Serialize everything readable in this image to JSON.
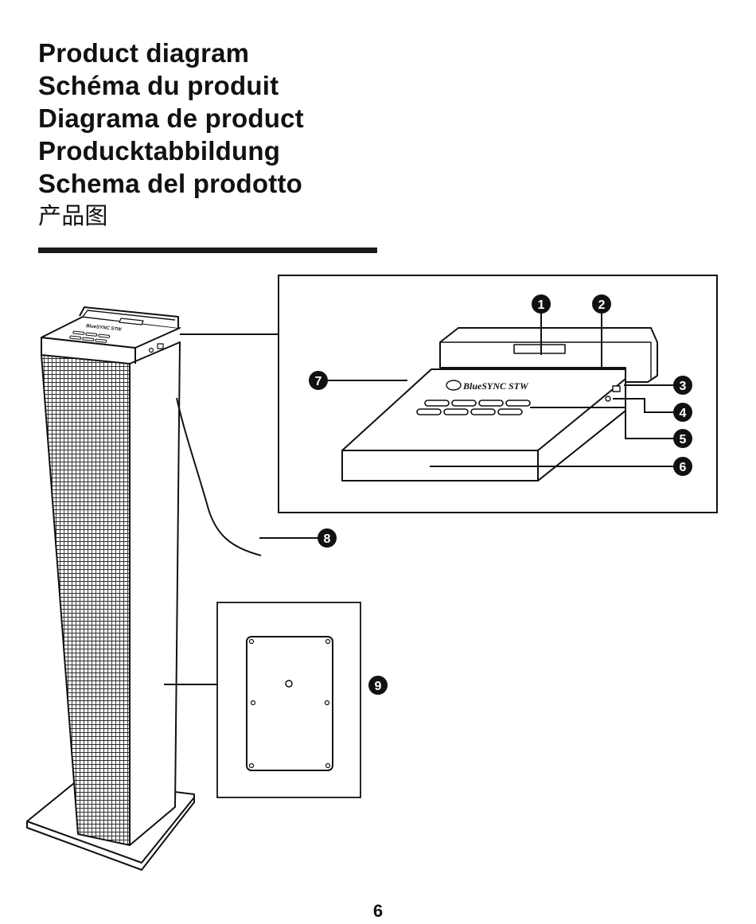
{
  "titles": [
    "Product diagram",
    "Schéma du produit",
    "Diagrama de product",
    "Producktabbildung",
    "Schema del prodotto",
    "产品图"
  ],
  "product": {
    "brand_label": "BlueSYNC STW"
  },
  "callouts": [
    "1",
    "2",
    "3",
    "4",
    "5",
    "6",
    "7",
    "8",
    "9"
  ],
  "page_number": "6"
}
